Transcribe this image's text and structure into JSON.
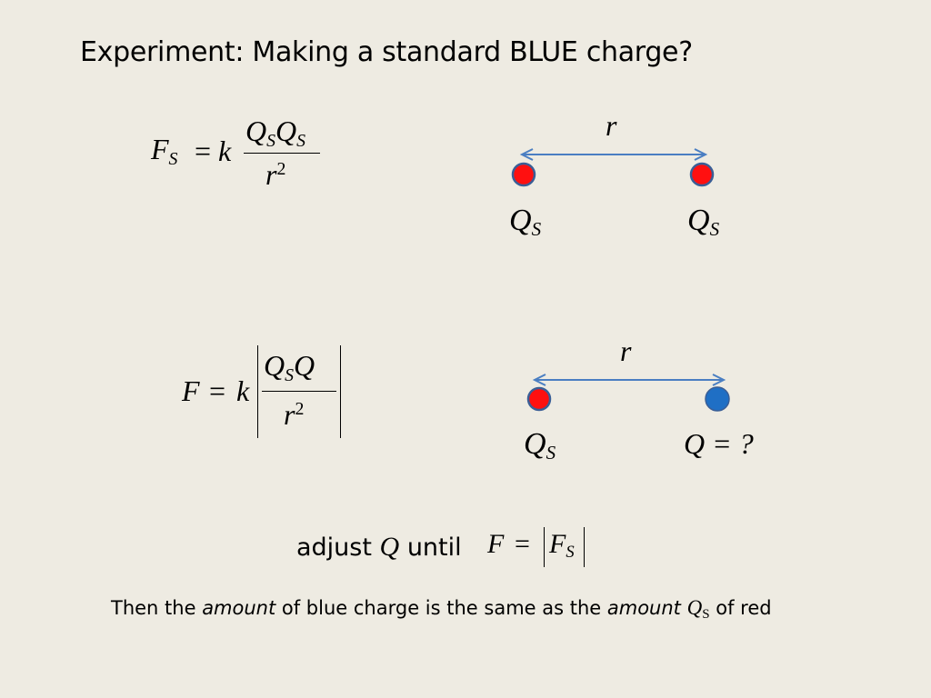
{
  "slide": {
    "title": "Experiment:  Making a standard BLUE charge?"
  },
  "equation1": {
    "lhs": "F",
    "lhs_sub": "S",
    "eq": "=",
    "k": "k",
    "num_q1": "Q",
    "num_q1_sub": "S",
    "num_q2": "Q",
    "num_q2_sub": "S",
    "den": "r",
    "den_exp": "2"
  },
  "equation2": {
    "lhs": "F",
    "eq": "=",
    "k": "k",
    "num_q1": "Q",
    "num_q1_sub": "S",
    "num_q2": "Q",
    "den": "r",
    "den_exp": "2"
  },
  "diagram1": {
    "distance_label": "r",
    "left_charge_label": "Q",
    "left_charge_sub": "S",
    "right_charge_label": "Q",
    "right_charge_sub": "S",
    "left_color": "#FF1010",
    "right_color": "#FF1010"
  },
  "diagram2": {
    "distance_label": "r",
    "left_charge_label": "Q",
    "left_charge_sub": "S",
    "right_charge_label": "Q = ?",
    "left_color": "#FF1010",
    "right_color": "#1F6FC5"
  },
  "adjust": {
    "prefix": "adjust",
    "var": "Q",
    "suffix": "until",
    "eq_lhs": "F",
    "eq": "=",
    "eq_rhs": "F",
    "eq_rhs_sub": "S"
  },
  "conclusion": {
    "part1": "Then the ",
    "amount1": "amount",
    "part2": " of blue charge is the same as the ",
    "amount2": "amount",
    "q": "Q",
    "q_sub": "S",
    "part3": " of red"
  },
  "colors": {
    "background": "#EEEBE2",
    "arrow": "#4A7EC2",
    "charge_outline": "#3A5E96"
  }
}
